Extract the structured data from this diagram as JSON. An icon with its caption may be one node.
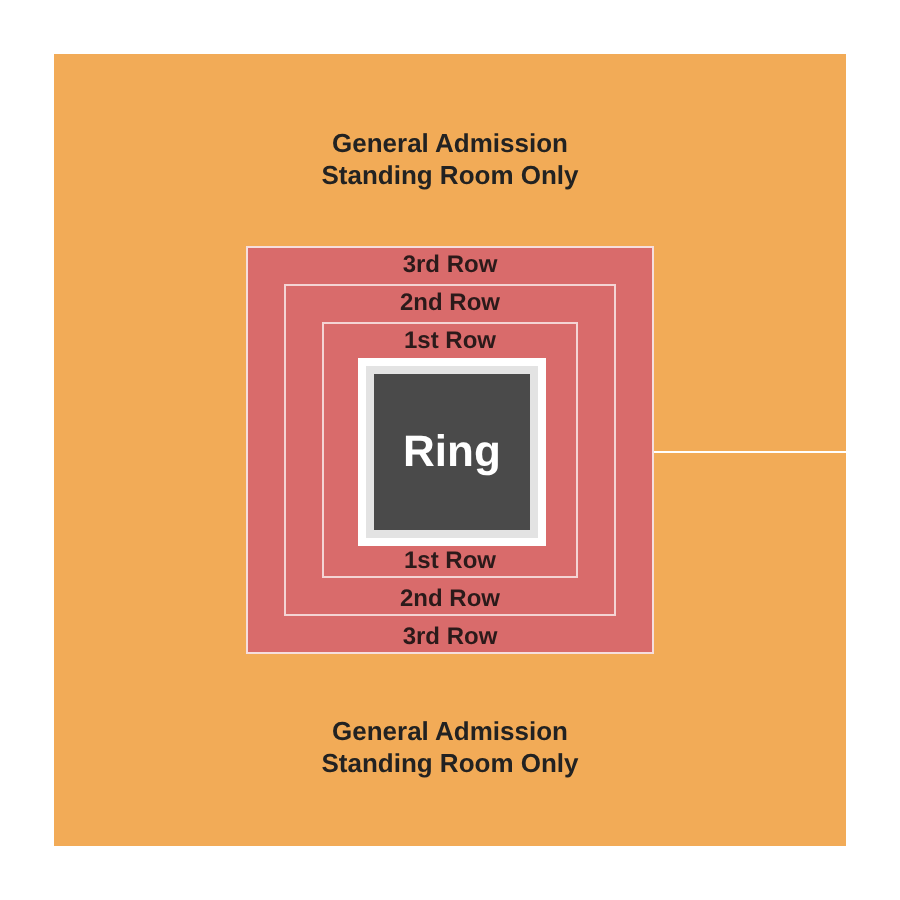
{
  "diagram": {
    "nodes": [
      {
        "text": [
          "General Admission Standing Room Only",
          "General Admission Standing Room Only"
        ]
      },
      {
        "text": [
          "3rd Row",
          "3rd Row"
        ],
        "in": 0
      },
      {
        "text": [
          "2nd Row",
          "2nd Row"
        ],
        "in": 1
      },
      {
        "text": [
          "1st Row",
          "1st Row"
        ],
        "in": 2
      },
      {
        "text": [
          "Ring"
        ],
        "in": 3
      }
    ]
  }
}
